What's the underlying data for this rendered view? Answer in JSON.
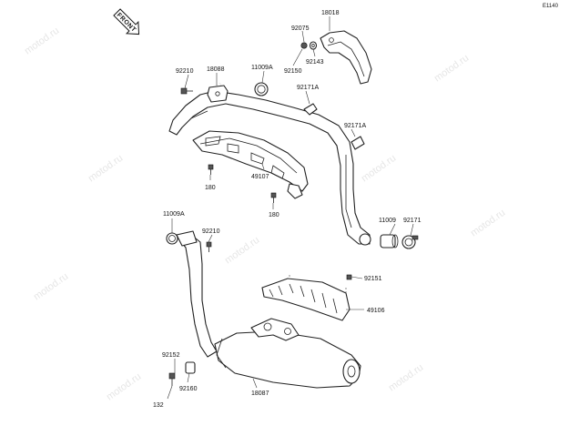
{
  "diagram": {
    "ref_code": "E1140",
    "orientation_badge": "FRONT",
    "watermark": "motod.ru",
    "part_labels": [
      {
        "id": "p18018",
        "text": "18018"
      },
      {
        "id": "p92075",
        "text": "92075"
      },
      {
        "id": "p92143",
        "text": "92143"
      },
      {
        "id": "p92150",
        "text": "92150"
      },
      {
        "id": "p92210a",
        "text": "92210"
      },
      {
        "id": "p18088",
        "text": "18088"
      },
      {
        "id": "p11009a_top",
        "text": "11009A"
      },
      {
        "id": "p92171a_1",
        "text": "92171A"
      },
      {
        "id": "p92171a_2",
        "text": "92171A"
      },
      {
        "id": "p180a",
        "text": "180"
      },
      {
        "id": "p49107",
        "text": "49107"
      },
      {
        "id": "p180b",
        "text": "180"
      },
      {
        "id": "p11009a_low",
        "text": "11009A"
      },
      {
        "id": "p92210b",
        "text": "92210"
      },
      {
        "id": "p11009",
        "text": "11009"
      },
      {
        "id": "p92171",
        "text": "92171"
      },
      {
        "id": "p92151",
        "text": "92151"
      },
      {
        "id": "p49106",
        "text": "49106"
      },
      {
        "id": "p92152",
        "text": "92152"
      },
      {
        "id": "p92160",
        "text": "92160"
      },
      {
        "id": "p132",
        "text": "132"
      },
      {
        "id": "p18087",
        "text": "18087"
      }
    ]
  }
}
